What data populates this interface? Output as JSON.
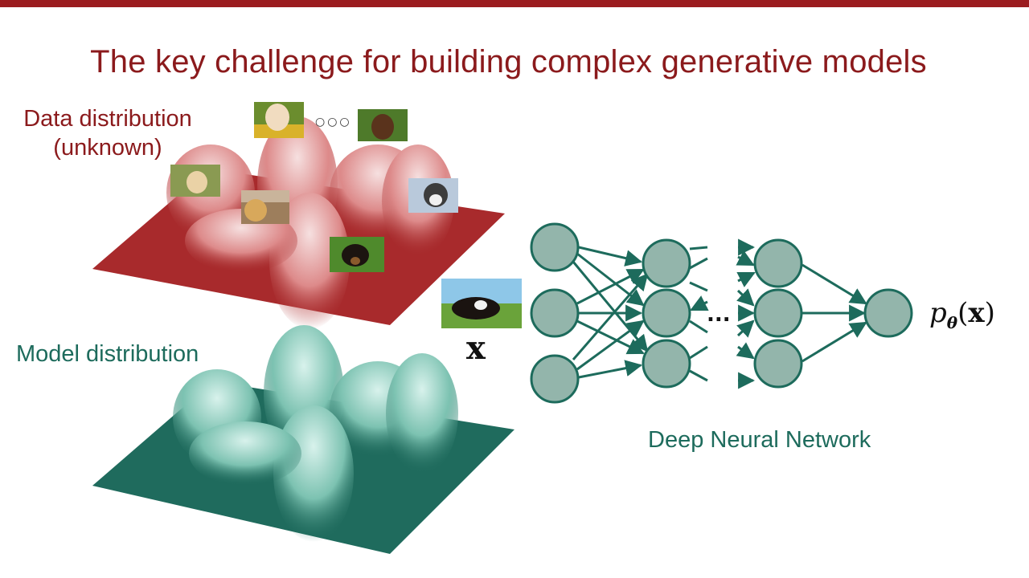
{
  "slide": {
    "title": "The key challenge for building complex generative models",
    "accent_color": "#8b1a1c",
    "teal_color": "#1d6b5c"
  },
  "labels": {
    "data_distribution_line1": "Data distribution",
    "data_distribution_line2": "(unknown)",
    "model_distribution": "Model distribution",
    "input_variable": "x",
    "network_name": "Deep Neural Network",
    "output_expression": "pθ(x)",
    "ellipsis_top": "○○○",
    "ellipsis_network": "..."
  },
  "images": [
    "pomeranian-photo",
    "brown-puppy-photo",
    "golden-retriever-running-photo",
    "golden-retriever-sitting-photo",
    "husky-photo",
    "rottweiler-photo",
    "bernese-mountain-dog-photo"
  ],
  "network": {
    "layers": [
      3,
      3,
      3,
      1
    ],
    "node_color": "#93b5ab",
    "edge_color": "#1d6b5c"
  }
}
